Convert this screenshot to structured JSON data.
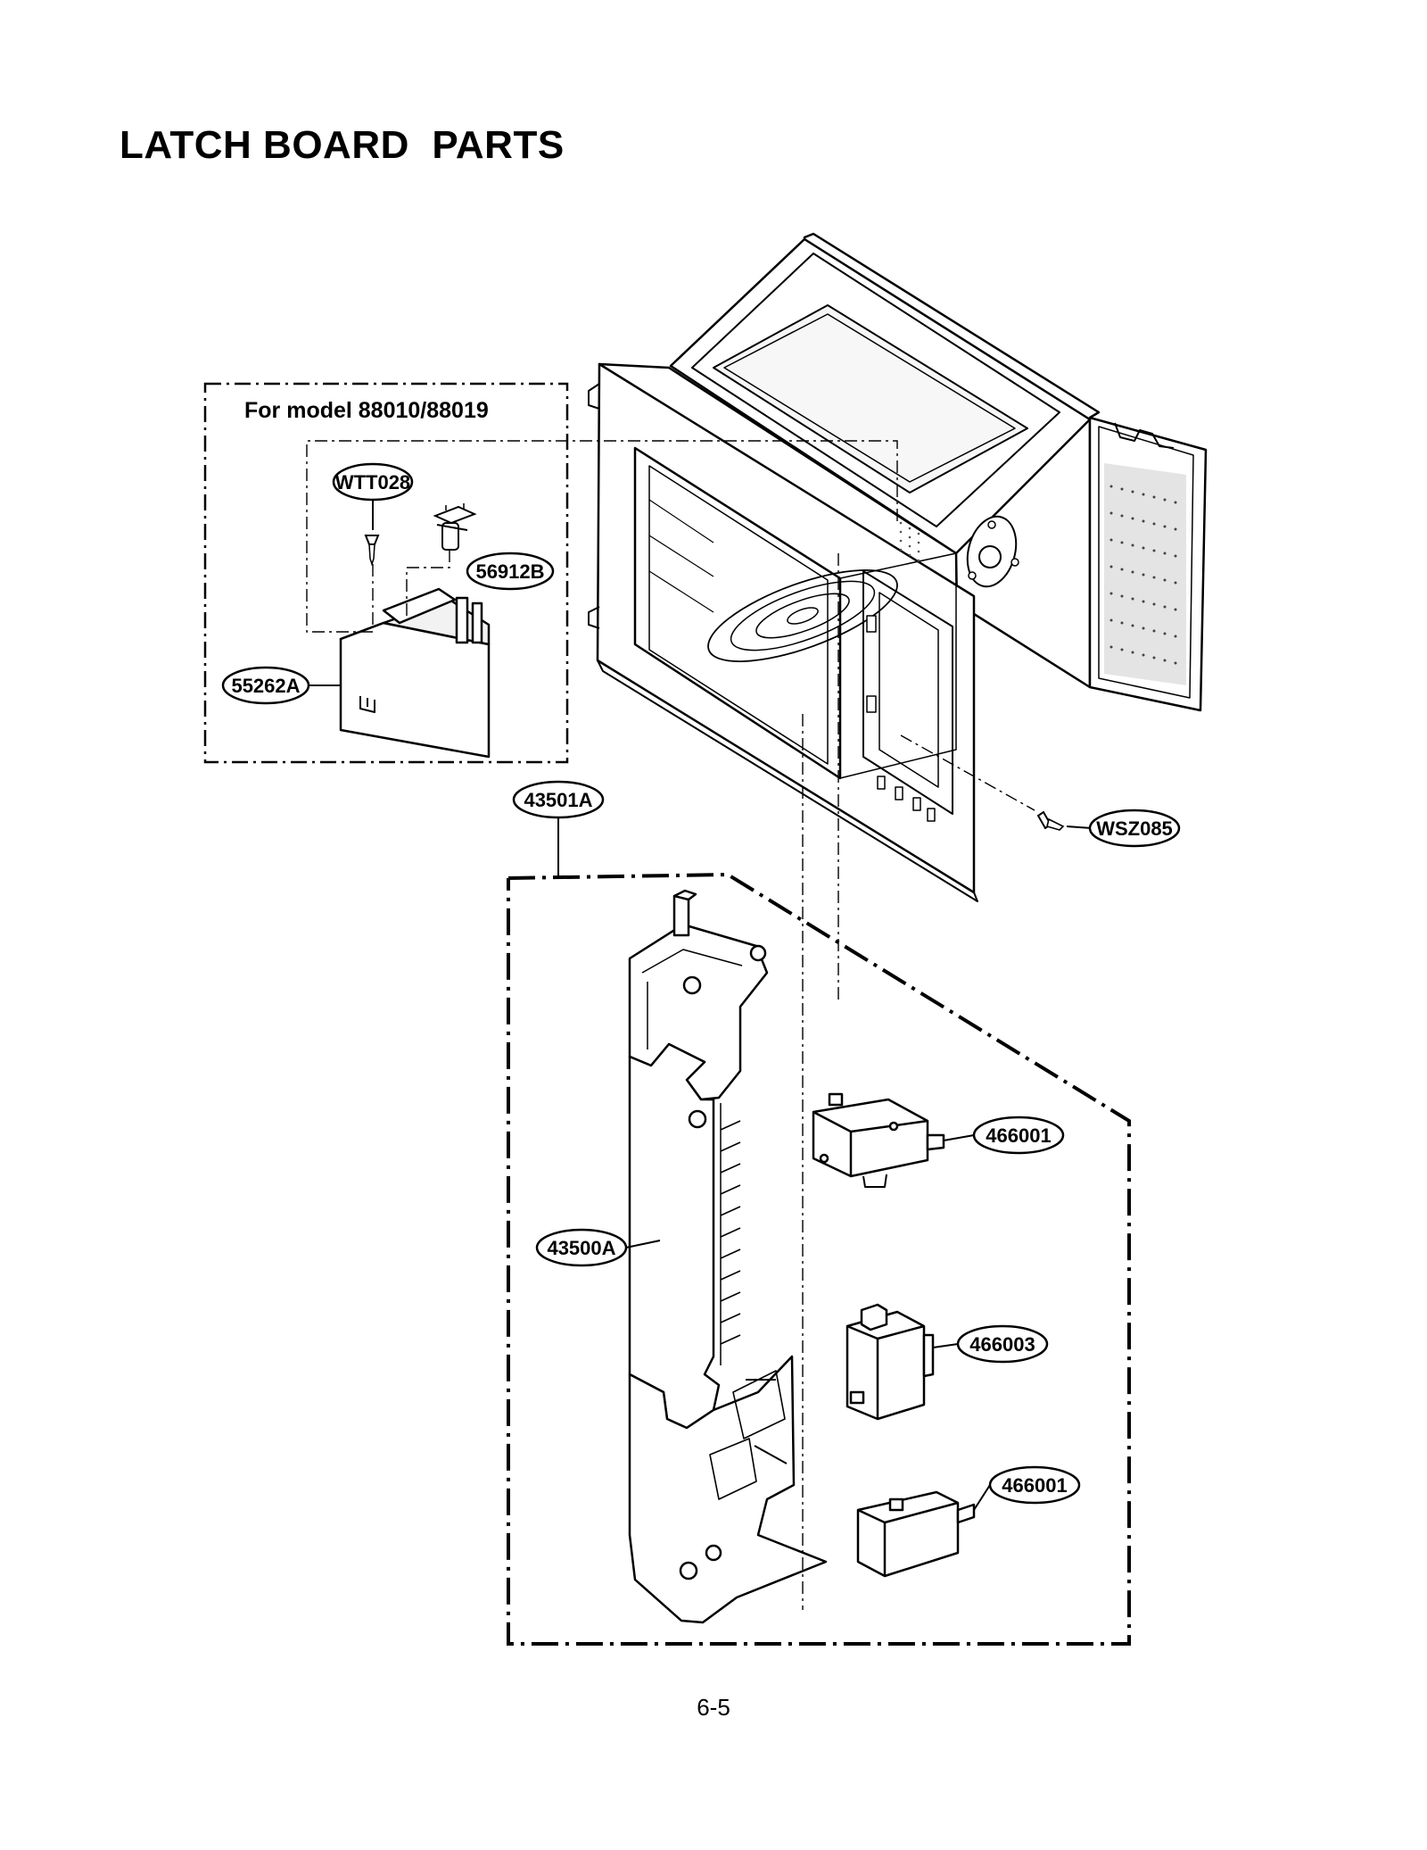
{
  "page": {
    "title": "LATCH BOARD  PARTS",
    "page_number": "6-5"
  },
  "inset": {
    "caption": "For model 88010/88019"
  },
  "part_labels": {
    "wtt028": "WTT028",
    "p56912b": "56912B",
    "p55262a": "55262A",
    "p43501a": "43501A",
    "wsz085": "WSZ085",
    "p466001_top": "466001",
    "p43500a": "43500A",
    "p466003": "466003",
    "p466001_bottom": "466001"
  }
}
